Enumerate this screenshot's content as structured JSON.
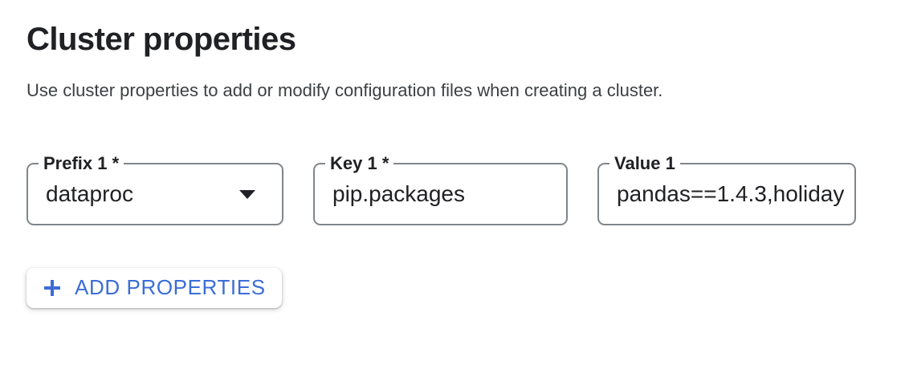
{
  "section": {
    "title": "Cluster properties",
    "description": "Use cluster properties to add or modify configuration files when creating a cluster."
  },
  "fields": [
    {
      "label": "Prefix 1 *",
      "value": "dataproc",
      "control": "dropdown",
      "icon": "dropdown-arrow-icon"
    },
    {
      "label": "Key 1 *",
      "value": "pip.packages",
      "control": "text-input"
    },
    {
      "label": "Value 1",
      "value": "pandas==1.4.3,holiday",
      "control": "text-input"
    }
  ],
  "actions": {
    "add_properties": {
      "label": "ADD PROPERTIES",
      "icon": "plus-icon"
    }
  },
  "colors": {
    "accent_blue": "#3b6dd8",
    "field_border": "#80868b",
    "text_primary": "#202124",
    "text_secondary": "#3c4043"
  }
}
